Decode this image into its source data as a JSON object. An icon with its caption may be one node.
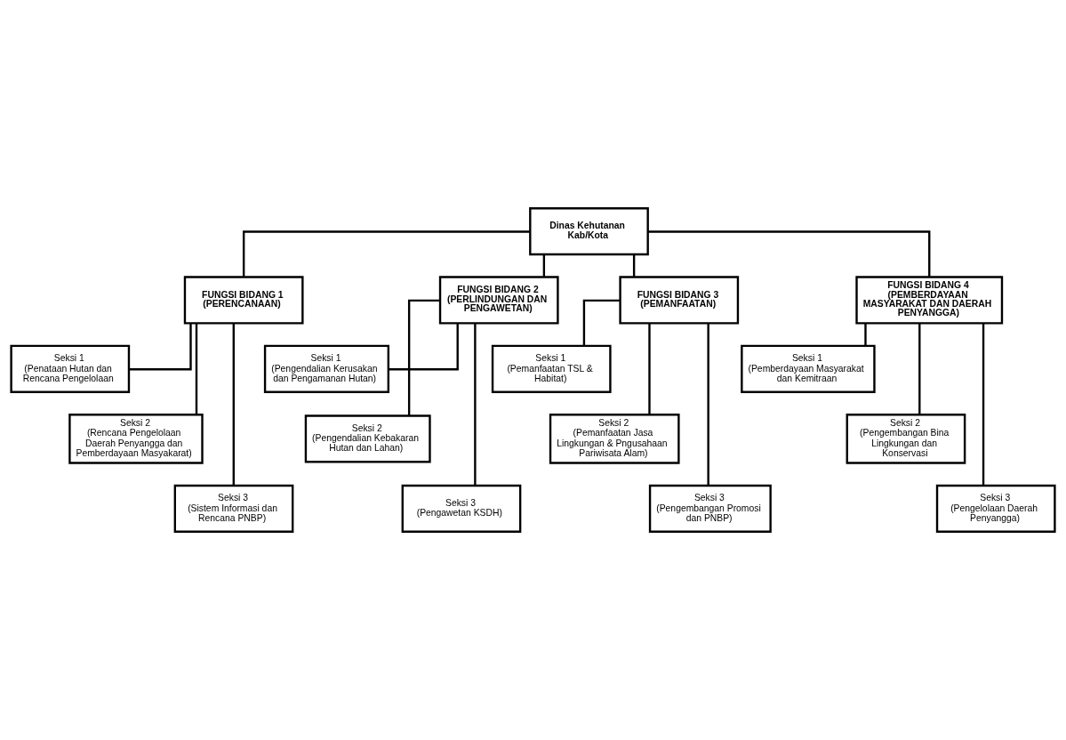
{
  "diagram": {
    "nodes": [
      {
        "text": [
          "Dinas Kehutanan Kab/Kota"
        ]
      },
      {
        "text": [
          "FUNGSI BIDANG 1",
          "(PERENCANAAN)"
        ]
      },
      {
        "text": [
          "FUNGSI BIDANG 2",
          "(PERLINDUNGAN DAN PENGAWETAN)"
        ]
      },
      {
        "text": [
          "FUNGSI BIDANG 3",
          "(PEMANFAATAN)"
        ]
      },
      {
        "text": [
          "FUNGSI BIDANG 4",
          "(PEMBERDAYAAN MASYARAKAT DAN DAERAH PENYANGGA)"
        ]
      },
      {
        "text": [
          "Seksi 1",
          "(Penataan Hutan dan Rencana Pengelolaan"
        ]
      },
      {
        "text": [
          "Seksi 2",
          "(Rencana Pengelolaan Daerah Penyangga dan Pemberdayaan Masyakarat)"
        ]
      },
      {
        "text": [
          "Seksi 3",
          "(Sistem Informasi dan Rencana PNBP)"
        ]
      },
      {
        "text": [
          "Seksi 1",
          "(Pengendalian Kerusakan dan Pengamanan Hutan)"
        ]
      },
      {
        "text": [
          "Seksi 2",
          "(Pengendalian Kebakaran Hutan dan Lahan)"
        ]
      },
      {
        "text": [
          "Seksi 3",
          "(Pengawetan KSDH)"
        ]
      },
      {
        "text": [
          "Seksi 1",
          "(Pemanfaatan TSL & Habitat)"
        ]
      },
      {
        "text": [
          "Seksi 2",
          "(Pemanfaatan Jasa Lingkungan & Pngusahaan Pariwisata Alam)"
        ]
      },
      {
        "text": [
          "Seksi 3",
          "(Pengembangan Promosi dan PNBP)"
        ]
      },
      {
        "text": [
          "Seksi 1",
          "(Pemberdayaan Masyarakat dan Kemitraan"
        ]
      },
      {
        "text": [
          "Seksi 2",
          "(Pengembangan Bina Lingkungan dan Konservasi"
        ]
      },
      {
        "text": [
          "Seksi 3",
          "(Pengelolaan Daerah Penyangga)"
        ]
      }
    ],
    "edges": [
      {
        "from": 0,
        "to": 1,
        "arrow": "none"
      },
      {
        "from": 0,
        "to": 2,
        "arrow": "none"
      },
      {
        "from": 0,
        "to": 3,
        "arrow": "none"
      },
      {
        "from": 0,
        "to": 4,
        "arrow": "none"
      },
      {
        "from": 1,
        "to": 5,
        "arrow": "none"
      },
      {
        "from": 1,
        "to": 6,
        "arrow": "none"
      },
      {
        "from": 1,
        "to": 7,
        "arrow": "none"
      },
      {
        "from": 2,
        "to": 8,
        "arrow": "none"
      },
      {
        "from": 2,
        "to": 9,
        "arrow": "none"
      },
      {
        "from": 2,
        "to": 10,
        "arrow": "none"
      },
      {
        "from": 3,
        "to": 11,
        "arrow": "none"
      },
      {
        "from": 3,
        "to": 12,
        "arrow": "none"
      },
      {
        "from": 3,
        "to": 13,
        "arrow": "none"
      },
      {
        "from": 4,
        "to": 14,
        "arrow": "none"
      },
      {
        "from": 4,
        "to": 15,
        "arrow": "none"
      },
      {
        "from": 4,
        "to": 16,
        "arrow": "none"
      }
    ]
  }
}
